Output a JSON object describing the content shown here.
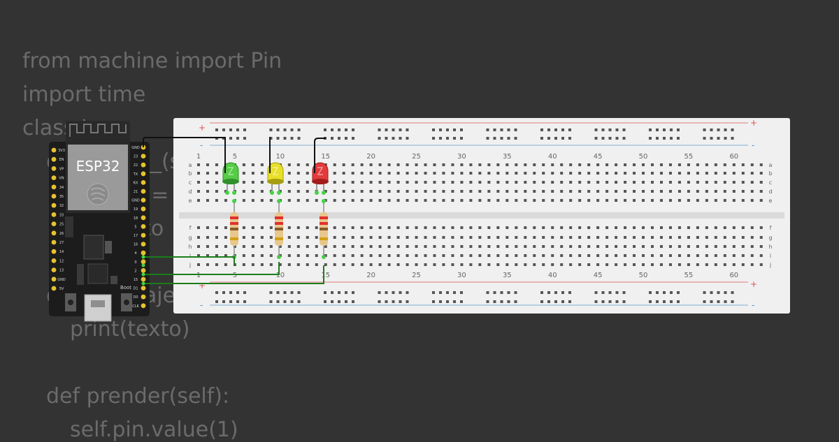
{
  "code": {
    "lines": [
      {
        "text": "from machine import Pin",
        "indent": 0
      },
      {
        "text": "import time",
        "indent": 0
      },
      {
        "text": "class Luz:",
        "indent": 0
      },
      {
        "text": "def __init__(self, pin):",
        "indent": 1
      },
      {
        "text": "self.pin = Pin(pin, Pin.OUT)",
        "indent": 2
      },
      {
        "text": "# Objeto",
        "indent": 2
      },
      {
        "text": "",
        "indent": 0
      },
      {
        "text": "def mensaje(self, texto):",
        "indent": 1
      },
      {
        "text": "print(texto)",
        "indent": 2
      },
      {
        "text": "",
        "indent": 0
      },
      {
        "text": "def prender(self):",
        "indent": 1
      },
      {
        "text": "self.pin.value(1)",
        "indent": 2
      }
    ]
  },
  "board": {
    "name": "ESP32",
    "boot_label": "Boot",
    "left_pins": [
      "3V3",
      "EN",
      "VP",
      "VN",
      "34",
      "35",
      "32",
      "33",
      "25",
      "26",
      "27",
      "14",
      "12",
      "13",
      "GND",
      "5V"
    ],
    "right_pins": [
      "GND",
      "23",
      "22",
      "TX",
      "RX",
      "21",
      "GND",
      "19",
      "18",
      "5",
      "17",
      "16",
      "4",
      "0",
      "2",
      "15",
      "D1",
      "D0",
      "CLK"
    ]
  },
  "breadboard": {
    "column_labels": [
      "1",
      "5",
      "10",
      "15",
      "20",
      "25",
      "30",
      "35",
      "40",
      "45",
      "50",
      "55",
      "60"
    ],
    "top_rows": [
      "a",
      "b",
      "c",
      "d",
      "e"
    ],
    "bottom_rows": [
      "f",
      "g",
      "h",
      "i",
      "j"
    ],
    "plus_symbol": "+",
    "minus_symbol": "-"
  },
  "components": {
    "leds": [
      {
        "color_name": "green",
        "body": "#55cc44",
        "dark": "#2f8f2a",
        "column": 5
      },
      {
        "color_name": "yellow",
        "body": "#e8df2a",
        "dark": "#a69d10",
        "column": 10
      },
      {
        "color_name": "red",
        "body": "#e23b3b",
        "dark": "#a31c1c",
        "column": 15
      }
    ],
    "resistor_colors": [
      "#e03030",
      "#e03030",
      "#8b5a2b",
      "#d4a017"
    ],
    "wire_colors": {
      "ground": "#111111",
      "signal": "#1a7d1a"
    }
  }
}
